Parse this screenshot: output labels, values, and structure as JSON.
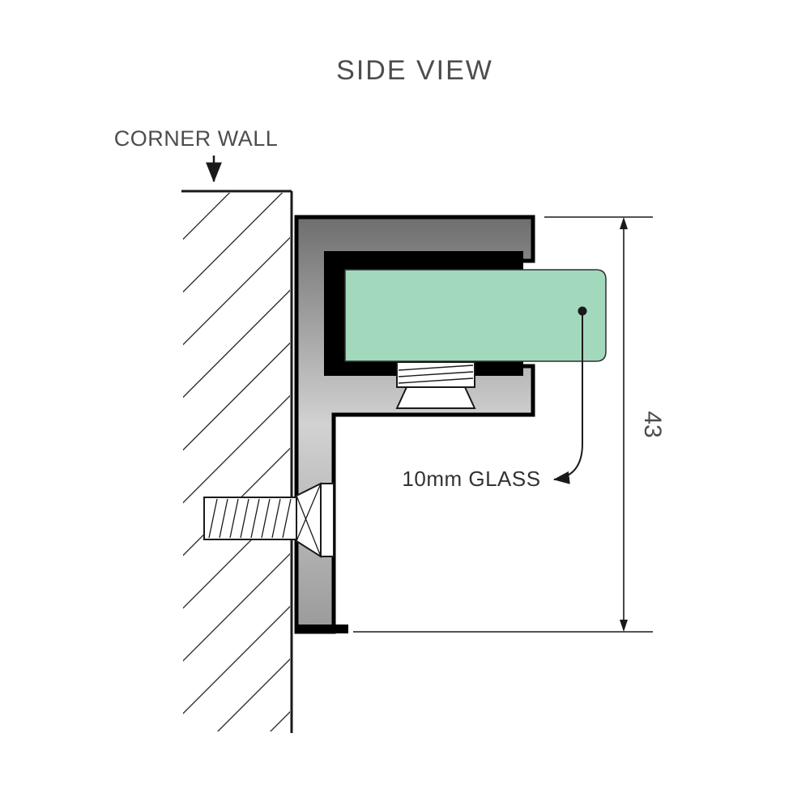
{
  "title": "SIDE VIEW",
  "labels": {
    "corner_wall": "CORNER WALL",
    "glass": "10mm GLASS",
    "dimension": "43"
  },
  "colors": {
    "glass_green": "#a2d9bc",
    "metal_dark": "#6e6e6e",
    "metal_light": "#d2d2d2",
    "metal_mid": "#9a9a9a",
    "line_black": "#1a1a1a",
    "label_text": "#4d4d4d",
    "glass_label_text": "#333333"
  }
}
